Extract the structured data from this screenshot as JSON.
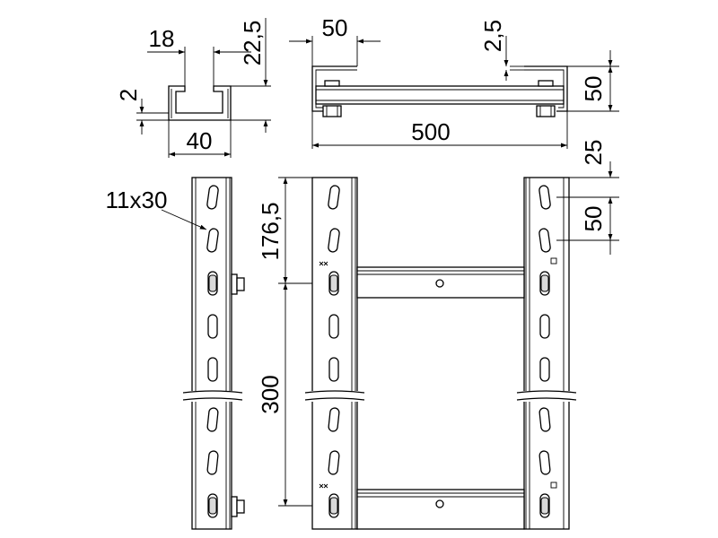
{
  "dimensions": {
    "channel_inner_width": "18",
    "channel_lip_height": "22,5",
    "channel_wall_thickness": "2",
    "channel_outer_width": "40",
    "rung_lip": "50",
    "rung_thickness": "2,5",
    "rung_height": "50",
    "ladder_width": "500",
    "top_offset": "25",
    "slot_pitch": "50",
    "rung_first_offset": "176,5",
    "rung_spacing": "300",
    "slot_size": "11x30"
  }
}
